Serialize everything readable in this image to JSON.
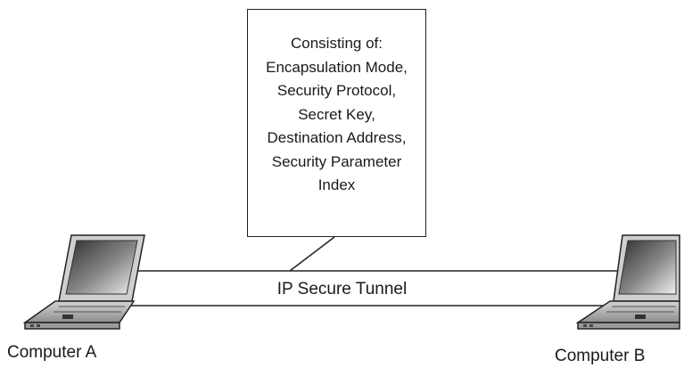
{
  "callout": {
    "lines": [
      "Consisting of:",
      "Encapsulation Mode,",
      "Security Protocol,",
      "Secret Key,",
      "Destination Address,",
      "Security Parameter",
      "Index"
    ]
  },
  "tunnel": {
    "label": "IP Secure Tunnel"
  },
  "computers": {
    "a": {
      "label": "Computer A",
      "icon": "laptop-icon"
    },
    "b": {
      "label": "Computer B",
      "icon": "laptop-icon"
    }
  },
  "colors": {
    "stroke": "#222222",
    "screen_dark": "#3a3a3a",
    "screen_light": "#e6e6e6",
    "body_fill": "#bdbdbd"
  }
}
